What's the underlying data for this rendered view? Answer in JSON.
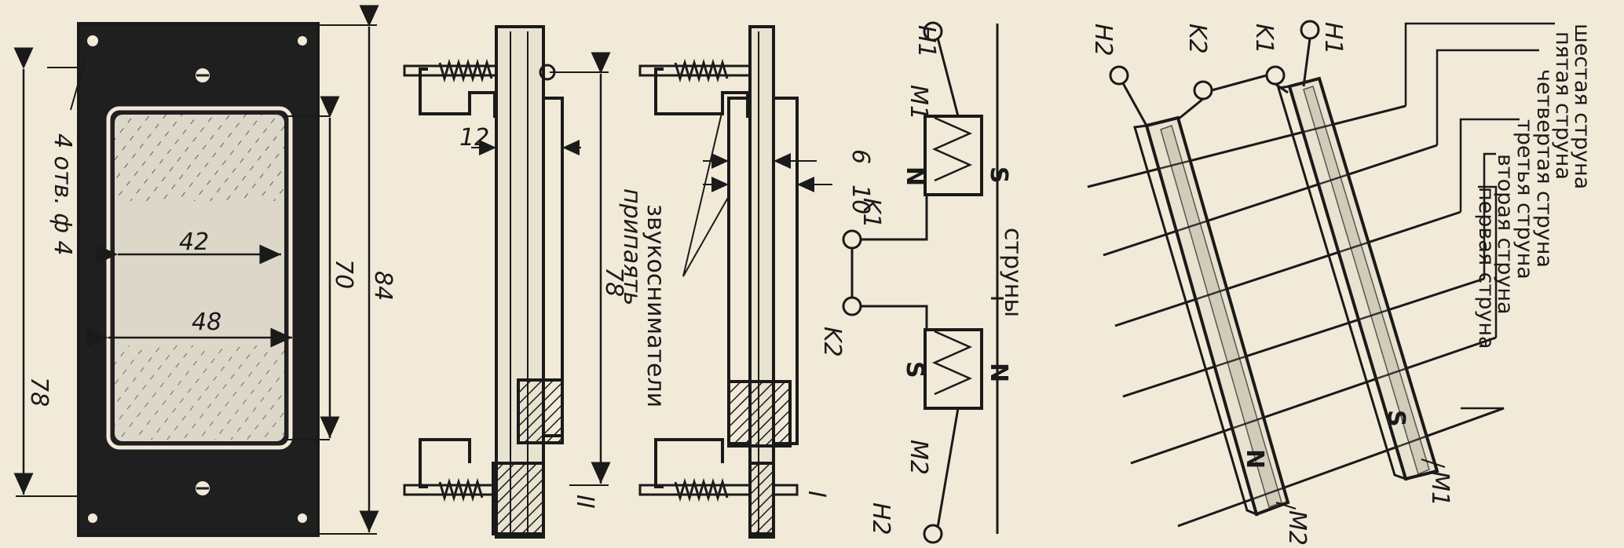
{
  "panel": {
    "holes_note": "4 отв. ф 4",
    "dim_window_w": "42",
    "dim_frame_w": "48",
    "dim_height_outer": "84",
    "dim_height_window": "70",
    "dim_hole_spacing": "78"
  },
  "section_left": {
    "dim_thickness": "12",
    "roman": "II"
  },
  "section_right": {
    "dim_a": "6",
    "dim_b": "10",
    "dim_length": "78",
    "roman": "I",
    "callout_line1": "звукосниматели",
    "callout_line2": "припаять"
  },
  "schematic": {
    "terminals": [
      "H1",
      "K1",
      "K2",
      "H2"
    ],
    "coils": [
      "M1",
      "M2"
    ],
    "poles": [
      "N",
      "S",
      "S",
      "N"
    ],
    "strings_label": "струны"
  },
  "perspective": {
    "terminals": [
      "H1",
      "K1",
      "K2",
      "H2"
    ],
    "magnet_poles": [
      "S",
      "N"
    ],
    "magnet_labels": [
      "M1",
      "M2"
    ],
    "strings": [
      "шестая струна",
      "пятая струна",
      "четвертая струна",
      "третья струна",
      "вторая струна",
      "первая струна"
    ]
  },
  "colors": {
    "ink": "#1a1a1a",
    "paper": "#f1ead8",
    "panel": "#1f1f1f"
  }
}
